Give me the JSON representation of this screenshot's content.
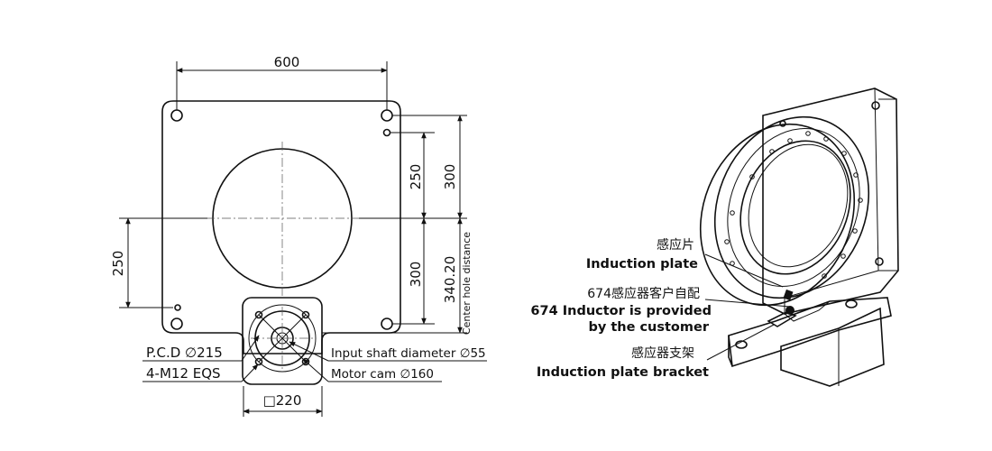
{
  "dimensions": {
    "width_top": "600",
    "left_height": "250",
    "right_upper": "250",
    "right_outer": "300",
    "right_lower": "300",
    "center_distance_value": "340.20",
    "center_distance_label": "Center hole distance",
    "base_square": "□220"
  },
  "specs": {
    "pcd": "P.C.D ∅215",
    "bolts": "4-M12 EQS",
    "input_shaft": "Input shaft diameter ∅55",
    "motor_cam": "Motor cam ∅160"
  },
  "callouts": {
    "plate_cn": "感应片",
    "plate_en": "Induction plate",
    "inductor_cn": "674感应器客户自配",
    "inductor_en_1": "674 Inductor is provided",
    "inductor_en_2": "by the customer",
    "bracket_cn": "感应器支架",
    "bracket_en": "Induction plate bracket"
  }
}
